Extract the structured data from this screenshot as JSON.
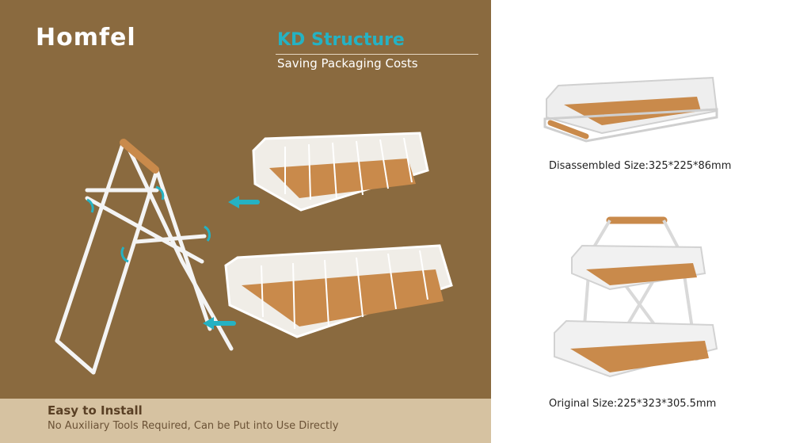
{
  "brand": {
    "logo_text": "Homfel"
  },
  "header": {
    "title": "KD Structure",
    "subtitle": "Saving Packaging Costs"
  },
  "footer": {
    "title": "Easy to Install",
    "subtitle": "No Auxiliary Tools Required, Can be Put into Use Directly"
  },
  "sizes": {
    "disassembled": "Disassembled Size:325*225*86mm",
    "original": "Original Size:225*323*305.5mm"
  },
  "colors": {
    "background_brown": "#8a6a3f",
    "footer_tan": "#d6c2a1",
    "accent_teal": "#25b2c3",
    "wood": "#c98a4b",
    "metal_white": "#f2f2f2"
  }
}
